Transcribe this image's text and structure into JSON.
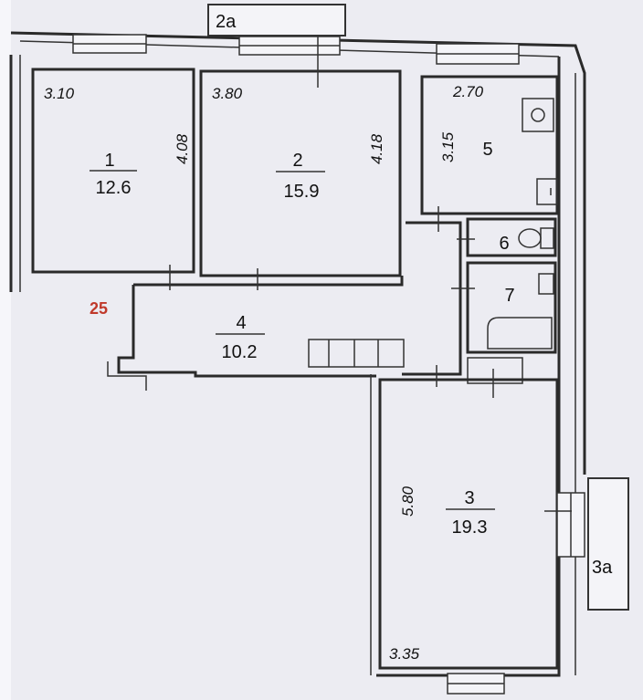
{
  "rooms": [
    {
      "id": "1",
      "number": "1",
      "area": "12.6"
    },
    {
      "id": "2",
      "number": "2",
      "area": "15.9"
    },
    {
      "id": "3",
      "number": "3",
      "area": "19.3"
    },
    {
      "id": "4",
      "number": "4",
      "area": "10.2"
    },
    {
      "id": "5",
      "number": "5"
    },
    {
      "id": "6",
      "number": "6"
    },
    {
      "id": "7",
      "number": "7"
    }
  ],
  "dimensions": {
    "room1_width": "3.10",
    "room1_depth": "4.08",
    "room2_width": "3.80",
    "room2_depth": "4.18",
    "room5_width": "2.70",
    "room5_depth": "3.15",
    "room3_depth": "5.80",
    "room3_width": "3.35"
  },
  "balconies": {
    "top": "2a",
    "right": "3a"
  },
  "corridor_label": "25",
  "colors": {
    "background": "#ececf2",
    "walls": "#2a2a2a",
    "accent_label": "#c0392b"
  }
}
